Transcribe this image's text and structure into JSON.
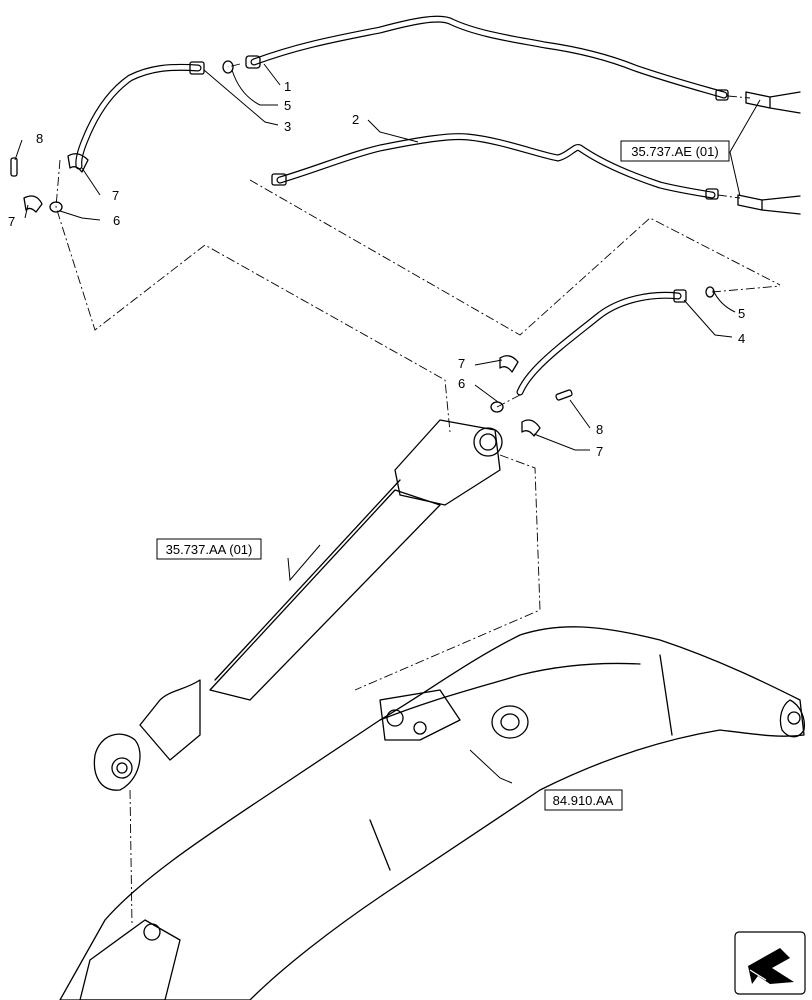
{
  "diagram": {
    "callouts": [
      "1",
      "2",
      "3",
      "4",
      "5",
      "5",
      "6",
      "6",
      "7",
      "7",
      "7",
      "7",
      "8",
      "8"
    ],
    "references": [
      "35.737.AE (01)",
      "35.737.AA (01)",
      "84.910.AA"
    ],
    "icons": [
      "nav-arrow-icon"
    ]
  }
}
